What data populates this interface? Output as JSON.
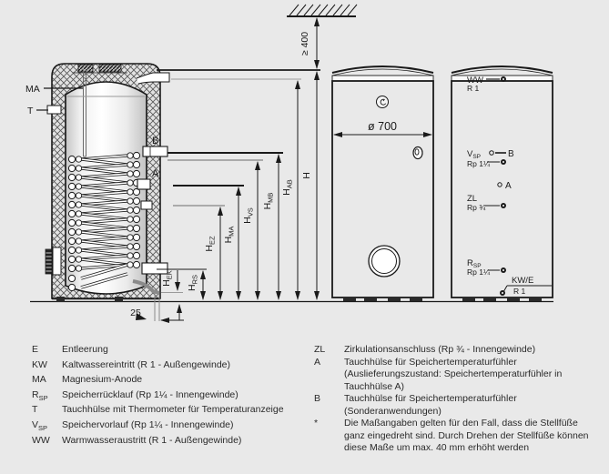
{
  "colors": {
    "background": "#e9e9e9",
    "line": "#1a1a1a",
    "gray_line": "#9a9a9a",
    "tank_white": "#ffffff"
  },
  "diagram": {
    "ceiling_clearance": "≥ 400",
    "diameter_label": "ø 700",
    "foot_offset": "25",
    "cutaway_labels": {
      "ma": "MA",
      "t": "T",
      "b": "B",
      "a": "A"
    },
    "height_dims": [
      {
        "main": "H",
        "sub": "EK"
      },
      {
        "main": "H",
        "sub": "RS"
      },
      {
        "main": "H",
        "sub": "EZ"
      },
      {
        "main": "H",
        "sub": "MA"
      },
      {
        "main": "H",
        "sub": "VS"
      },
      {
        "main": "H",
        "sub": "MB"
      },
      {
        "main": "H",
        "sub": "AB"
      },
      {
        "main": "H",
        "sub": ""
      }
    ],
    "connection_view": {
      "ww": {
        "label": "WW",
        "thread": "R 1"
      },
      "vsp": {
        "main": "V",
        "sub": "SP",
        "thread": "Rp 1¼",
        "ref": "B"
      },
      "a": {
        "label": "A"
      },
      "zl": {
        "label": "ZL",
        "thread": "Rp ¾"
      },
      "rsp": {
        "main": "R",
        "sub": "SP",
        "thread": "Rp 1¼"
      },
      "kw": {
        "label": "KW/E",
        "thread": "R 1"
      }
    }
  },
  "legend": {
    "left": [
      {
        "key": "E",
        "sub": "",
        "desc": "Entleerung"
      },
      {
        "key": "KW",
        "sub": "",
        "desc": "Kaltwassereintritt (R 1 - Außengewinde)"
      },
      {
        "key": "MA",
        "sub": "",
        "desc": "Magnesium-Anode"
      },
      {
        "key": "R",
        "sub": "SP",
        "desc": "Speicherrücklauf (Rp 1¼ - Innengewinde)"
      },
      {
        "key": "T",
        "sub": "",
        "desc": "Tauchhülse mit Thermometer für Temperaturanzeige"
      },
      {
        "key": "V",
        "sub": "SP",
        "desc": "Speichervorlauf (Rp 1¼ - Innengewinde)"
      },
      {
        "key": "WW",
        "sub": "",
        "desc": "Warmwasseraustritt (R 1 - Außengewinde)"
      }
    ],
    "right": [
      {
        "key": "ZL",
        "desc": "Zirkulationsanschluss (Rp ¾ - Innengewinde)"
      },
      {
        "key": "A",
        "desc": "Tauchhülse für Speichertemperaturfühler (Auslieferungszustand: Speichertemperaturfühler in Tauchhülse A)"
      },
      {
        "key": "B",
        "desc": "Tauchhülse für Speichertemperaturfühler (Sonderanwendungen)"
      },
      {
        "key": "*",
        "desc": "Die Maßangaben gelten für den Fall, dass die Stellfüße ganz eingedreht sind. Durch Drehen der Stellfüße können diese Maße um max. 40 mm erhöht werden"
      }
    ]
  }
}
